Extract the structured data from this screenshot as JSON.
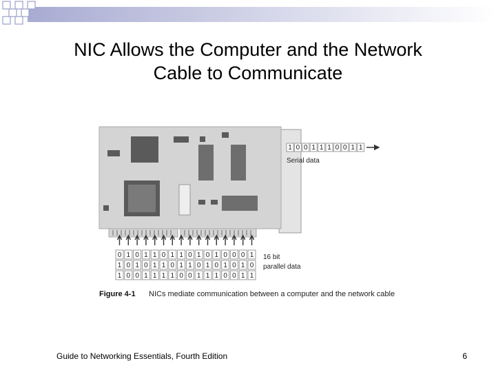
{
  "slide": {
    "title_line1": "NIC Allows the Computer and the Network",
    "title_line2": "Cable to Communicate"
  },
  "figure": {
    "serial_bits": [
      "1",
      "0",
      "0",
      "1",
      "1",
      "1",
      "0",
      "0",
      "1",
      "1"
    ],
    "serial_label": "Serial data",
    "parallel_rows": [
      [
        "0",
        "1",
        "0",
        "1",
        "1",
        "0",
        "1",
        "1",
        "0",
        "1",
        "0",
        "1",
        "0",
        "0",
        "0",
        "1"
      ],
      [
        "1",
        "0",
        "1",
        "0",
        "1",
        "1",
        "0",
        "1",
        "1",
        "0",
        "1",
        "0",
        "1",
        "0",
        "1",
        "0"
      ],
      [
        "1",
        "0",
        "0",
        "1",
        "1",
        "1",
        "1",
        "0",
        "0",
        "1",
        "1",
        "1",
        "0",
        "0",
        "1",
        "1"
      ]
    ],
    "parallel_label_line1": "16 bit",
    "parallel_label_line2": "parallel data",
    "caption_label": "Figure 4-1",
    "caption_text": "NICs mediate communication between a computer and the network cable"
  },
  "footer": {
    "source": "Guide to Networking Essentials, Fourth Edition",
    "page_number": "6"
  },
  "colors": {
    "deco_square": "#9aa0c8",
    "card_fill": "#d4d4d4",
    "chip_dark": "#5a5a5a"
  }
}
